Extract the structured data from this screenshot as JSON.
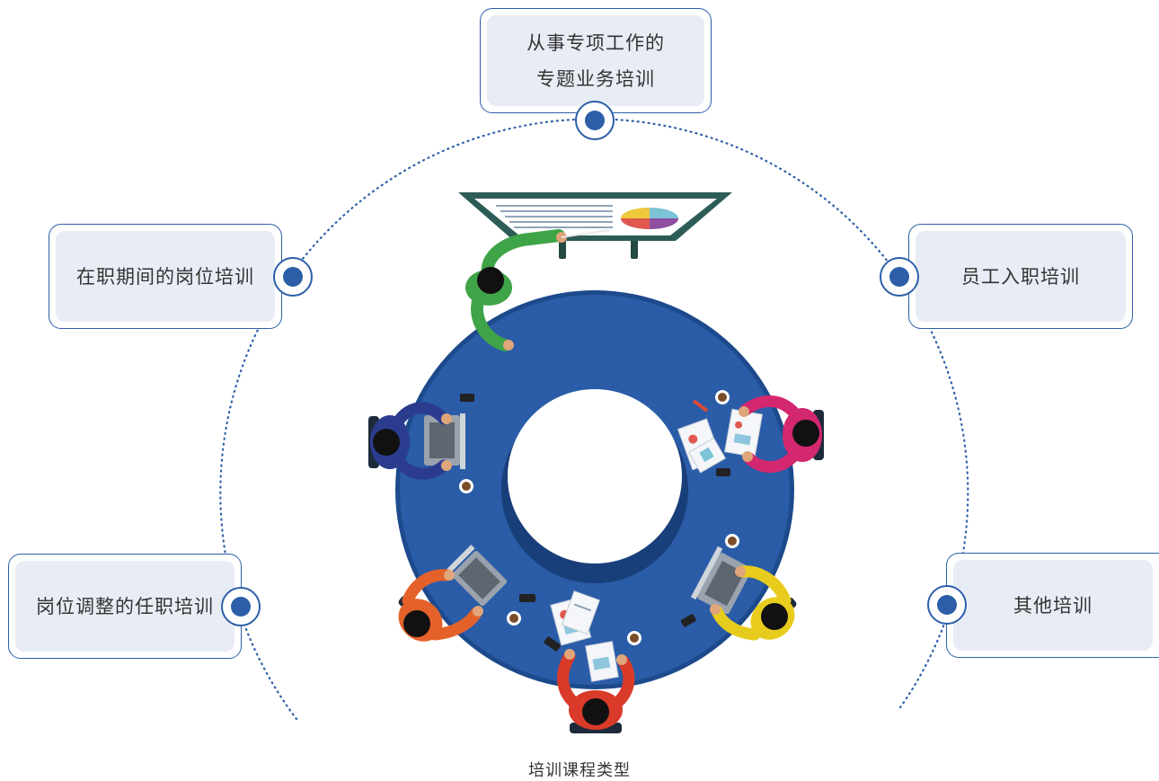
{
  "nodes": {
    "top": {
      "line1": "从事专项工作的",
      "line2": "专题业务培训"
    },
    "left_upper": {
      "label": "在职期间的岗位培训"
    },
    "right_upper": {
      "label": "员工入职培训"
    },
    "left_lower": {
      "label": "岗位调整的任职培训"
    },
    "right_lower": {
      "label": "其他培训"
    }
  },
  "caption": "培训课程类型",
  "colors": {
    "accent": "#2c5fa8",
    "table": "#2a5ca8",
    "box_fill": "#e8edf5",
    "person_green": "#3fa447",
    "person_blue": "#2b3c8f",
    "person_magenta": "#d3276f",
    "person_orange": "#e4622a",
    "person_yellow": "#e8cc1d",
    "person_red": "#d93a2a"
  }
}
